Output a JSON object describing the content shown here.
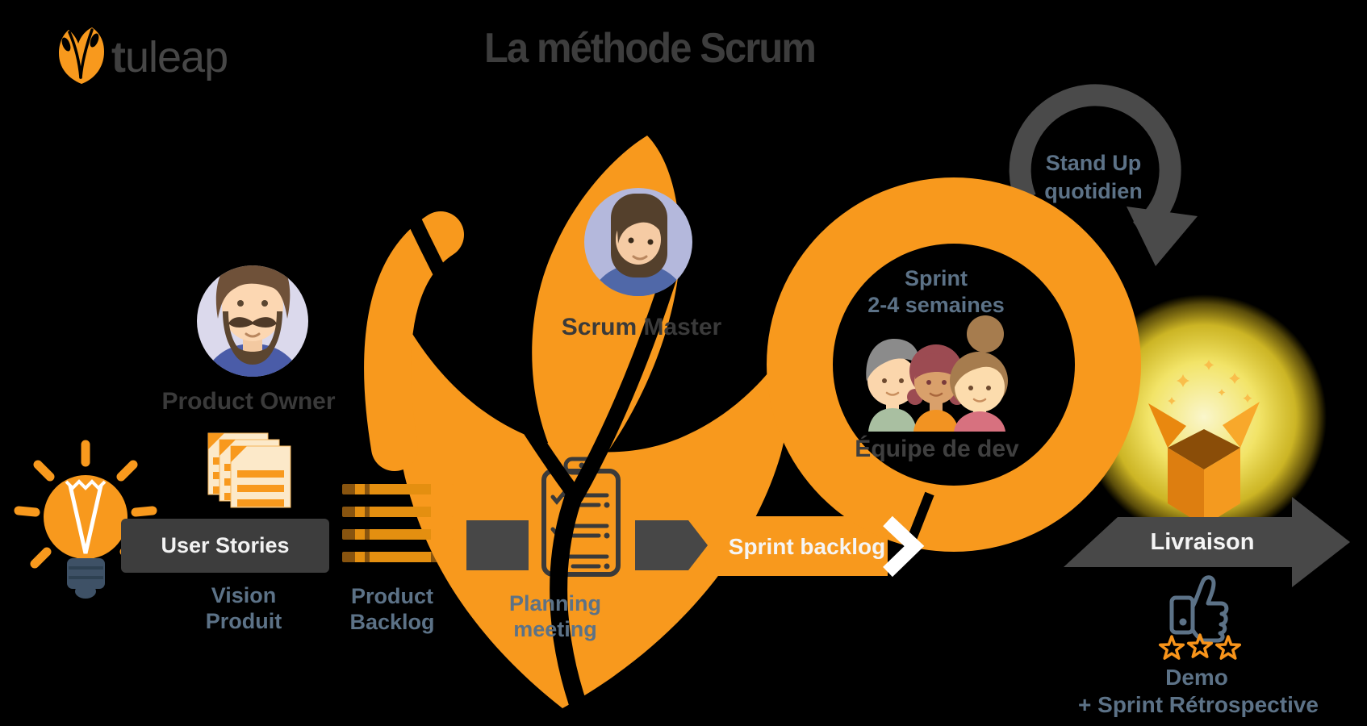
{
  "logo": {
    "brand_bold": "t",
    "brand_rest": "uleap"
  },
  "title": "La méthode Scrum",
  "roles": {
    "product_owner": "Product Owner",
    "scrum_master": "Scrum Master",
    "dev_team": "Équipe de dev"
  },
  "labels": {
    "user_stories": "User Stories",
    "vision_line1": "Vision",
    "vision_line2": "Produit",
    "product_backlog_line1": "Product",
    "product_backlog_line2": "Backlog",
    "planning_line1": "Planning",
    "planning_line2": "meeting",
    "sprint_backlog": "Sprint backlog",
    "sprint_line1": "Sprint",
    "sprint_line2": "2-4 semaines",
    "standup_line1": "Stand Up",
    "standup_line2": "quotidien",
    "livraison": "Livraison",
    "demo": "Demo",
    "retrospective": "+ Sprint Rétrospective"
  },
  "colors": {
    "orange": "#F8991D",
    "banner_dark": "#3D3D3D",
    "arrow_dark": "#474747",
    "blue_gray_text": "#5C7287",
    "dark_text": "#3A3A3A",
    "white_text": "#F5F5F5",
    "background": "#000000",
    "glow_yellow": "#FFE84A",
    "star_orange": "#F8941A",
    "bulb_base_slate": "#3E5166"
  },
  "icons": [
    {
      "name": "tuleap-logo-icon",
      "glyph": "tulip"
    },
    {
      "name": "lightbulb-icon",
      "glyph": "idea-bulb"
    },
    {
      "name": "story-cards-icon",
      "glyph": "stacked-cards"
    },
    {
      "name": "backlog-list-icon",
      "glyph": "list-bars"
    },
    {
      "name": "forward-block-icon",
      "glyph": "dark-block"
    },
    {
      "name": "clipboard-icon",
      "glyph": "planning-clipboard"
    },
    {
      "name": "forward-arrow-icon",
      "glyph": "pentagon-arrow"
    },
    {
      "name": "flow-chevron-icon",
      "glyph": "white-chevron-right"
    },
    {
      "name": "standup-loop-icon",
      "glyph": "circular-arrow"
    },
    {
      "name": "release-box-icon",
      "glyph": "open-box-with-glow"
    },
    {
      "name": "thumbs-up-icon",
      "glyph": "thumbs-up-outline"
    },
    {
      "name": "rating-stars-icon",
      "glyph": "three-stars"
    },
    {
      "name": "product-owner-avatar",
      "glyph": "man-with-mustache"
    },
    {
      "name": "scrum-master-avatar",
      "glyph": "woman-with-bob"
    },
    {
      "name": "dev-team-avatars",
      "glyph": "three-people"
    }
  ]
}
